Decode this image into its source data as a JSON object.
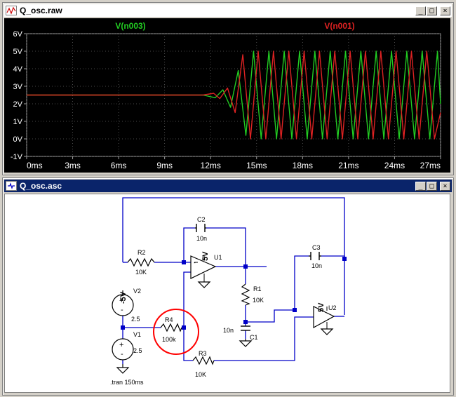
{
  "plot_window": {
    "title": "Q_osc.raw",
    "buttons": [
      "_",
      "□",
      "×"
    ],
    "chart_data": {
      "type": "line",
      "xlabel": "",
      "ylabel": "",
      "x_ticks": [
        "0ms",
        "3ms",
        "6ms",
        "9ms",
        "12ms",
        "15ms",
        "18ms",
        "21ms",
        "24ms",
        "27ms"
      ],
      "y_ticks": [
        "6V",
        "5V",
        "4V",
        "3V",
        "2V",
        "1V",
        "0V",
        "-1V"
      ],
      "xlim_ms": [
        0,
        27
      ],
      "ylim_V": [
        -1,
        6
      ],
      "grid": true,
      "legend": "top",
      "series": [
        {
          "name": "V(n003)",
          "color": "#22cc22",
          "x_ms": [
            0,
            11.5,
            12.3,
            12.8,
            13.3,
            13.8,
            14.3,
            14.8,
            15.3,
            15.8,
            16.3,
            16.8,
            17.3,
            17.8,
            18.3,
            18.8,
            19.3,
            19.8,
            20.3,
            20.8,
            21.3,
            21.8,
            22.3,
            22.8,
            23.3,
            23.8,
            24.3,
            24.8,
            25.3,
            25.8,
            26.3,
            26.8,
            27
          ],
          "y_V": [
            2.5,
            2.5,
            2.35,
            2.8,
            1.8,
            3.9,
            0.2,
            5.0,
            0.0,
            5.0,
            0.0,
            5.0,
            0.0,
            5.0,
            0.0,
            5.0,
            0.0,
            5.0,
            0.0,
            5.0,
            0.0,
            5.0,
            0.0,
            5.0,
            0.0,
            5.0,
            0.0,
            5.0,
            0.0,
            5.0,
            0.0,
            5.0,
            2.0
          ]
        },
        {
          "name": "V(n001)",
          "color": "#dd2222",
          "x_ms": [
            0,
            11.5,
            12.2,
            12.6,
            13.1,
            13.6,
            14.1,
            14.6,
            15.1,
            15.6,
            16.1,
            16.6,
            17.1,
            17.6,
            18.1,
            18.6,
            19.1,
            19.6,
            20.1,
            20.6,
            21.1,
            21.6,
            22.1,
            22.6,
            23.1,
            23.6,
            24.1,
            24.6,
            25.1,
            25.6,
            26.1,
            26.6,
            27
          ],
          "y_V": [
            2.5,
            2.5,
            2.6,
            2.3,
            2.9,
            1.5,
            4.8,
            0.0,
            5.0,
            0.0,
            5.0,
            0.0,
            5.0,
            0.0,
            5.0,
            0.0,
            5.0,
            0.0,
            5.0,
            0.0,
            5.0,
            0.0,
            5.0,
            0.0,
            5.0,
            0.0,
            5.0,
            0.0,
            5.0,
            0.0,
            5.0,
            0.0,
            1.5
          ]
        }
      ]
    }
  },
  "schematic_window": {
    "title": "Q_osc.asc",
    "buttons": [
      "_",
      "□",
      "×"
    ],
    "labels": {
      "C2": "C2",
      "C2_val": "10n",
      "R2": "R2",
      "R2_val": "10K",
      "U1": "U1",
      "U1_supply": "5V",
      "R1": "R1",
      "R1_val": "10K",
      "C1": "C1",
      "C1_val": "10n",
      "C3": "C3",
      "C3_val": "10n",
      "U2": "U2",
      "U2_supply": "5V",
      "V2": "V2",
      "V2_val": "-5V",
      "V1": "V1",
      "V1_val": "2.5",
      "node_2_5": "2.5",
      "R4": "R4",
      "R4_val": "100k",
      "R3": "R3",
      "R3_val": "10K",
      "directive": ".tran 150ms"
    },
    "highlight_color": "#ff0000",
    "wire_color": "#0000c8"
  }
}
